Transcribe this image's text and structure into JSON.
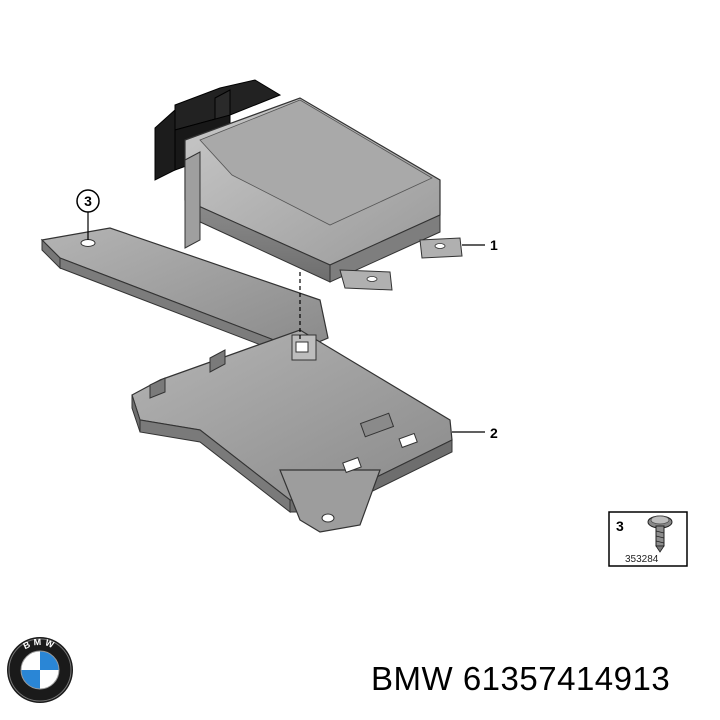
{
  "callouts": [
    {
      "label": "1"
    },
    {
      "label": "2"
    },
    {
      "label": "3"
    }
  ],
  "legend": {
    "item_label": "3",
    "code": "353284"
  },
  "caption": {
    "brand": "BMW",
    "part_number": "61357414913"
  },
  "logo": {
    "letters": "BMW",
    "colors": {
      "ring": "#1a1a1a",
      "blue": "#2a86d6",
      "white": "#ffffff"
    }
  }
}
